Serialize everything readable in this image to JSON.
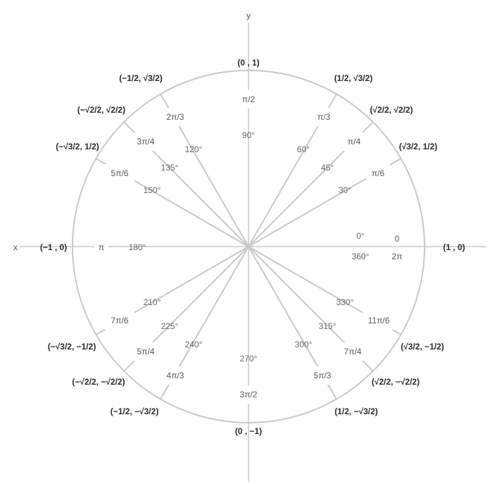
{
  "axes": {
    "x_label": "x",
    "y_label": "y"
  },
  "points": [
    {
      "deg": "0°",
      "rad": "0",
      "coord": "(1 , 0)",
      "deg2": "360°",
      "rad2": "2π"
    },
    {
      "deg": "30°",
      "rad": "π/6",
      "coord": "(√3/2, 1/2)"
    },
    {
      "deg": "45°",
      "rad": "π/4",
      "coord": "(√2/2, √2/2)"
    },
    {
      "deg": "60°",
      "rad": "π/3",
      "coord": "(1/2, √3/2)"
    },
    {
      "deg": "90°",
      "rad": "π/2",
      "coord": "(0 , 1)"
    },
    {
      "deg": "120°",
      "rad": "2π/3",
      "coord": "(−1/2, √3/2)"
    },
    {
      "deg": "135°",
      "rad": "3π/4",
      "coord": "(−√2/2, √2/2)"
    },
    {
      "deg": "150°",
      "rad": "5π/6",
      "coord": "(−√3/2, 1/2)"
    },
    {
      "deg": "180°",
      "rad": "π",
      "coord": "(−1 , 0)"
    },
    {
      "deg": "210°",
      "rad": "7π/6",
      "coord": "(−√3/2, −1/2)"
    },
    {
      "deg": "225°",
      "rad": "5π/4",
      "coord": "(−√2/2, −√2/2)"
    },
    {
      "deg": "240°",
      "rad": "4π/3",
      "coord": "(−1/2, −√3/2)"
    },
    {
      "deg": "270°",
      "rad": "3π/2",
      "coord": "(0 , −1)"
    },
    {
      "deg": "300°",
      "rad": "5π/3",
      "coord": "(1/2, −√3/2)"
    },
    {
      "deg": "315°",
      "rad": "7π/4",
      "coord": "(√2/2, −√2/2)"
    },
    {
      "deg": "330°",
      "rad": "11π/6",
      "coord": "(√3/2, −1/2)"
    }
  ]
}
